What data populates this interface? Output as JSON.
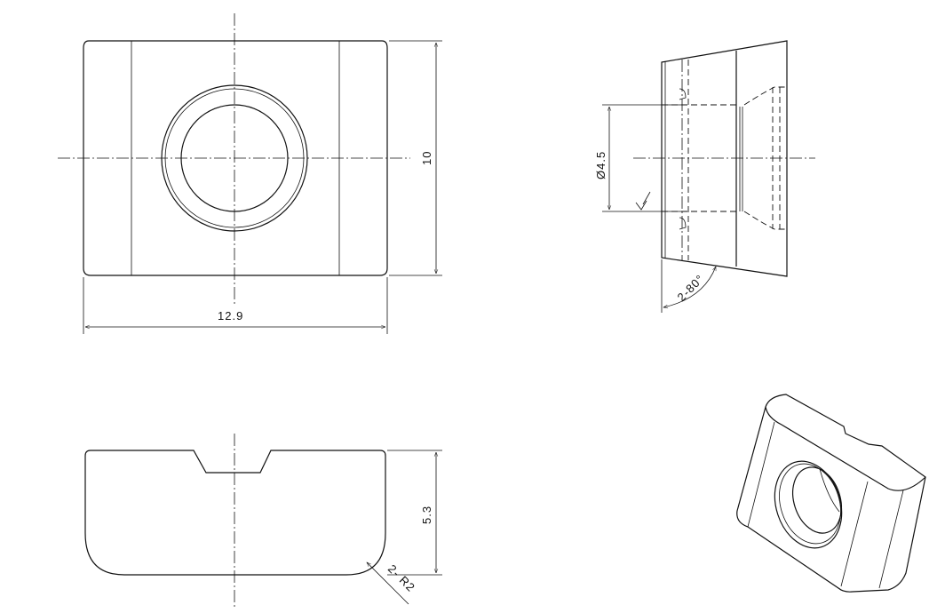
{
  "title": "T-slot nut drawing",
  "dimensions": {
    "height": "10",
    "width": "12.9",
    "thickness": "5.3",
    "radius": "2- R2",
    "hole_diameter": "Ø4.5",
    "angle": "2-80°"
  }
}
